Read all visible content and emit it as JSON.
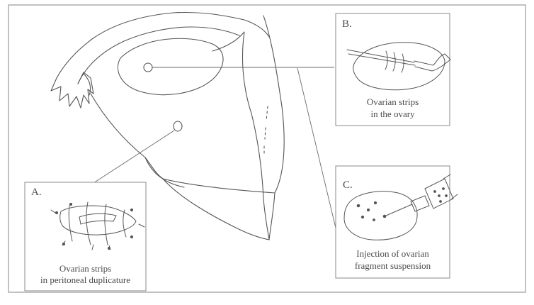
{
  "figure": {
    "panels": [
      {
        "id": "A",
        "label": "A.",
        "caption_line1": "Ovarian strips",
        "caption_line2": "in peritoneal duplicature"
      },
      {
        "id": "B",
        "label": "B.",
        "caption_line1": "Ovarian strips",
        "caption_line2": "in the ovary"
      },
      {
        "id": "C",
        "label": "C.",
        "caption_line1": "Injection of ovarian",
        "caption_line2": "fragment suspension"
      }
    ]
  },
  "colors": {
    "line": "#555555",
    "frame": "#8a8a8a",
    "text": "#4a4a4a",
    "background": "#ffffff"
  }
}
